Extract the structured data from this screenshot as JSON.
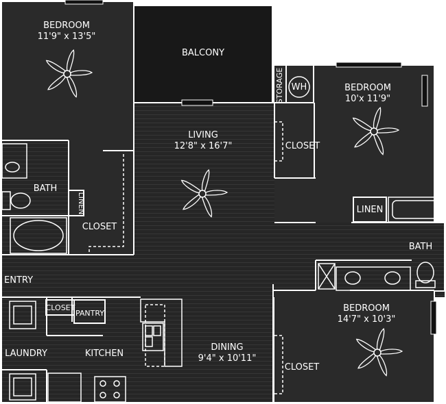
{
  "rooms": {
    "bedroom_top_left": {
      "name": "BEDROOM",
      "dims": "11'9\" x 13'5\""
    },
    "balcony": {
      "name": "BALCONY"
    },
    "storage": {
      "name": "STORAGE"
    },
    "water_heater": {
      "name": "WH"
    },
    "bedroom_top_right": {
      "name": "BEDROOM",
      "dims": "10'x 11'9\""
    },
    "living": {
      "name": "LIVING",
      "dims": "12'8\" x 16'7\""
    },
    "closet_right_top": {
      "name": "CLOSET"
    },
    "bath_left": {
      "name": "BATH"
    },
    "linen_left": {
      "name": "LINEN"
    },
    "closet_left": {
      "name": "CLOSET"
    },
    "linen_right": {
      "name": "LINEN"
    },
    "bath_right": {
      "name": "BATH"
    },
    "entry": {
      "name": "ENTRY"
    },
    "closet_small": {
      "name": "CLOSET"
    },
    "pantry": {
      "name": "PANTRY"
    },
    "bedroom_bottom_right": {
      "name": "BEDROOM",
      "dims": "14'7\" x 10'3\""
    },
    "laundry": {
      "name": "LAUNDRY"
    },
    "kitchen": {
      "name": "KITCHEN"
    },
    "dining": {
      "name": "DINING",
      "dims": "9'4\" x 10'11\""
    },
    "closet_bottom_right": {
      "name": "CLOSET"
    }
  }
}
